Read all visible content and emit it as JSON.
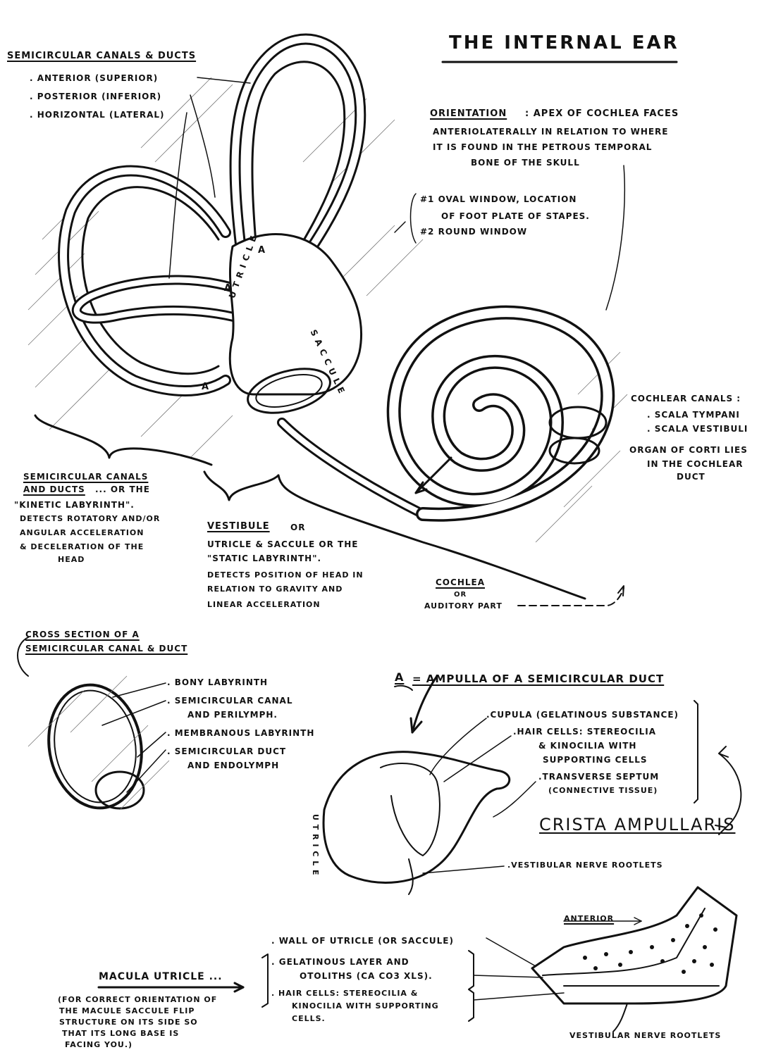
{
  "title": "The Internal Ear",
  "semicircular_header": "Semicircular canals & ducts",
  "canals": [
    ". Anterior (superior)",
    ". Posterior (inferior)",
    ". Horizontal (lateral)"
  ],
  "orientation": {
    "label": "Orientation",
    "lines": [
      ": Apex of cochlea faces",
      "anteriolaterally in relation to where",
      "it is found in the petrous temporal",
      "bone of the skull"
    ]
  },
  "windows": [
    "#1 Oval window, location",
    "of foot plate of stapes.",
    "#2 Round window"
  ],
  "inner_labels": {
    "utricle": "U T R I C L E",
    "saccule": "S A C C U L E",
    "ampulla": "A"
  },
  "cochlear_canals": {
    "header": "Cochlear canals :",
    "items": [
      ". Scala tympani",
      ". Scala vestibuli"
    ],
    "corti": [
      "Organ of Corti lies",
      "in the cochlear",
      "duct"
    ]
  },
  "kinetic": {
    "lines_u": [
      "Semicircular canals",
      "and ducts"
    ],
    "lines": [
      "... or the",
      "\"kinetic labyrinth\".",
      "Detects rotatory and/or",
      "angular acceleration",
      "& deceleration of the",
      "head"
    ]
  },
  "vestibule": {
    "title": "Vestibule",
    "lines": [
      "or",
      "Utricle & Saccule or the",
      "\"static labyrinth\".",
      "Detects position of head in",
      "relation to gravity and",
      "linear acceleration"
    ]
  },
  "cochlea": {
    "title": "Cochlea",
    "lines": [
      "or",
      "auditory part"
    ]
  },
  "cross_section": {
    "title": [
      "Cross section of a",
      "semicircular canal & duct"
    ],
    "labels": [
      ". Bony labyrinth",
      ". Semicircular canal",
      "and perilymph.",
      ". Membranous labyrinth",
      ". Semicircular duct",
      "and endolymph"
    ]
  },
  "ampulla": {
    "key": "A",
    "title": "= Ampulla of a semicircular duct",
    "labels": [
      ".Cupula (gelatinous substance)",
      ".Hair cells: stereocilia",
      "& kinocilia with",
      "supporting cells",
      ".Transverse septum",
      "(connective tissue)"
    ],
    "crista": "Crista Ampullaris",
    "utricle_vertical": "U T R I C L E",
    "nerve": ".Vestibular nerve rootlets"
  },
  "macula": {
    "anterior": "Anterior",
    "labels": [
      ". Wall of utricle (or saccule)",
      ". Gelatinous layer and",
      "otoliths (Ca CO3 xls).",
      ". Hair cells: stereocilia &",
      "kinocilia with supporting",
      "cells."
    ],
    "title": "Macula Utricle ...",
    "note": [
      "(For correct orientation of",
      "the macule saccule flip",
      "structure on its side so",
      "that its long base is",
      "facing you.)"
    ],
    "nerve": "Vestibular nerve rootlets"
  }
}
